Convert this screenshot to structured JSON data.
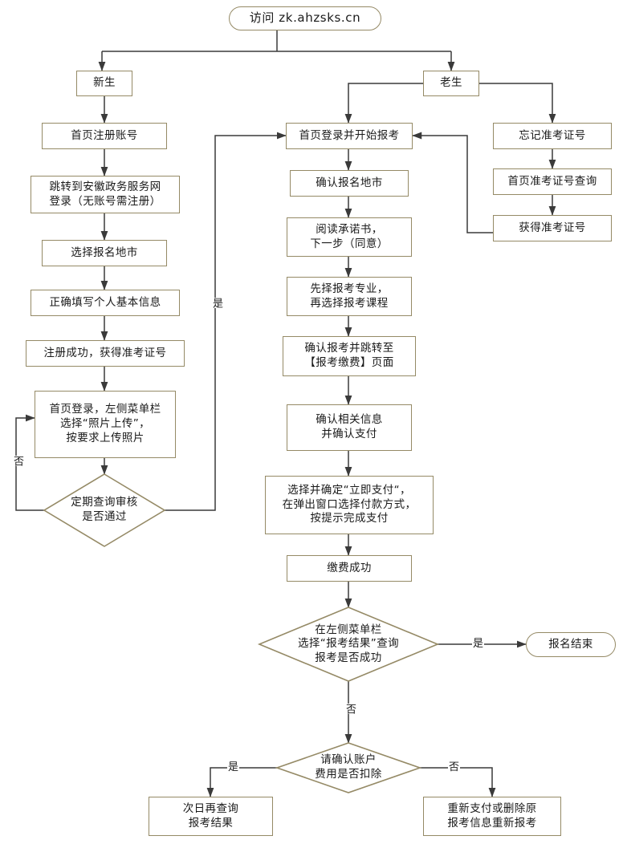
{
  "meta": {
    "chart_kind": "flowchart",
    "colors": {
      "box_border": "#958a66",
      "connector": "#3a3a3a",
      "text": "#1a1a1a",
      "background": "#ffffff"
    }
  },
  "nodes": {
    "start": {
      "label": "访问 zk.ahzsks.cn",
      "shape": "terminator"
    },
    "new_student": {
      "label": "新生",
      "shape": "process"
    },
    "old_student": {
      "label": "老生",
      "shape": "process"
    },
    "n1": {
      "label": "首页注册账号",
      "shape": "process"
    },
    "n2": {
      "label": "跳转到安徽政务服务网\n登录（无账号需注册）",
      "shape": "process"
    },
    "n3": {
      "label": "选择报名地市",
      "shape": "process"
    },
    "n4": {
      "label": "正确填写个人基本信息",
      "shape": "process"
    },
    "n5": {
      "label": "注册成功，获得准考证号",
      "shape": "process"
    },
    "n6": {
      "label": "首页登录，左侧菜单栏\n选择“照片上传”，\n按要求上传照片",
      "shape": "process"
    },
    "d1": {
      "label": "定期查询审核\n是否通过",
      "shape": "decision"
    },
    "m1": {
      "label": "首页登录并开始报考",
      "shape": "process"
    },
    "m2": {
      "label": "确认报名地市",
      "shape": "process"
    },
    "m3": {
      "label": "阅读承诺书，\n下一步（同意）",
      "shape": "process"
    },
    "m4": {
      "label": "先择报考专业，\n再选择报考课程",
      "shape": "process"
    },
    "m5": {
      "label": "确认报考并跳转至\n【报考缴费】页面",
      "shape": "process"
    },
    "m6": {
      "label": "确认相关信息\n并确认支付",
      "shape": "process"
    },
    "m7": {
      "label": "选择并确定“立即支付“，\n在弹出窗口选择付款方式，\n按提示完成支付",
      "shape": "process"
    },
    "m8": {
      "label": "缴费成功",
      "shape": "process"
    },
    "d2": {
      "label": "在左侧菜单栏\n选择“报考结果”查询\n报考是否成功",
      "shape": "decision"
    },
    "end": {
      "label": "报名结束",
      "shape": "terminator"
    },
    "d3": {
      "label": "请确认账户\n费用是否扣除",
      "shape": "decision"
    },
    "b1": {
      "label": "次日再查询\n报考结果",
      "shape": "process"
    },
    "b2": {
      "label": "重新支付或删除原\n报考信息重新报考",
      "shape": "process"
    },
    "r1": {
      "label": "忘记准考证号",
      "shape": "process"
    },
    "r2": {
      "label": "首页准考证号查询",
      "shape": "process"
    },
    "r3": {
      "label": "获得准考证号",
      "shape": "process"
    }
  },
  "edge_labels": {
    "audit_yes": "是",
    "audit_no": "否",
    "result_yes": "是",
    "result_no": "否",
    "deduct_yes": "是",
    "deduct_no": "否"
  }
}
